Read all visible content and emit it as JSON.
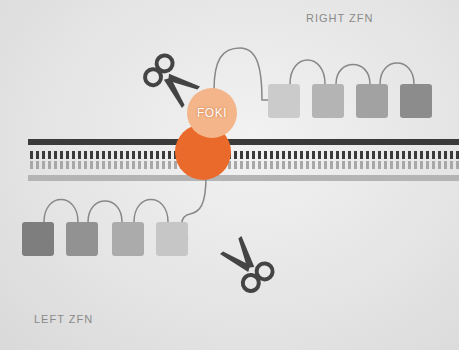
{
  "diagram": {
    "nodes": [
      {
        "text": [
          "FOKI"
        ]
      }
    ],
    "labels": [
      "RIGHT ZFN",
      "LEFT ZFN"
    ]
  }
}
